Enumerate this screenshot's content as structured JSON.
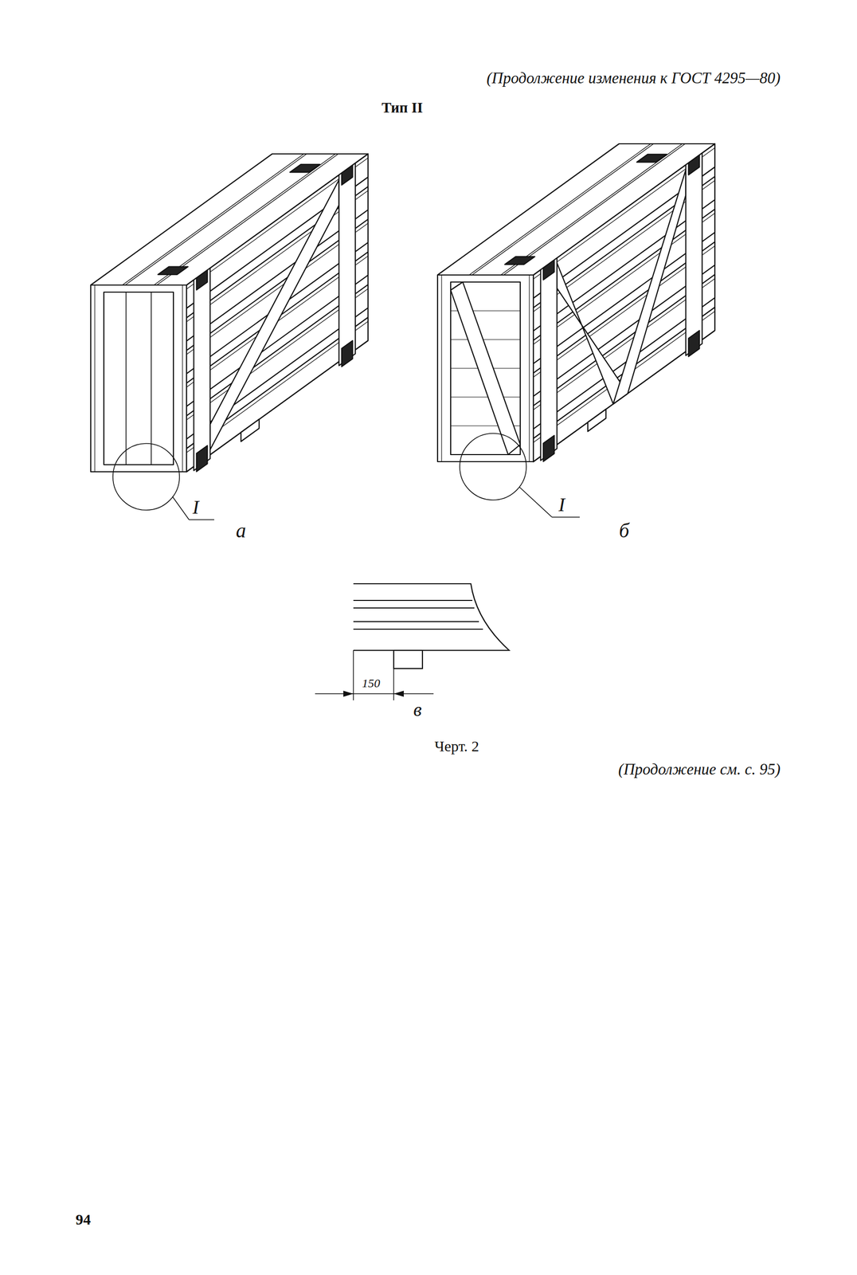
{
  "diagram": {
    "caption": "Черт. 2",
    "labels": [
      "(Продолжение изменения к ГОСТ 4295—80)",
      "Тип II",
      "I",
      "а",
      "I",
      "б",
      "150",
      "в",
      "(Продолжение см. с. 95)",
      "94"
    ]
  }
}
